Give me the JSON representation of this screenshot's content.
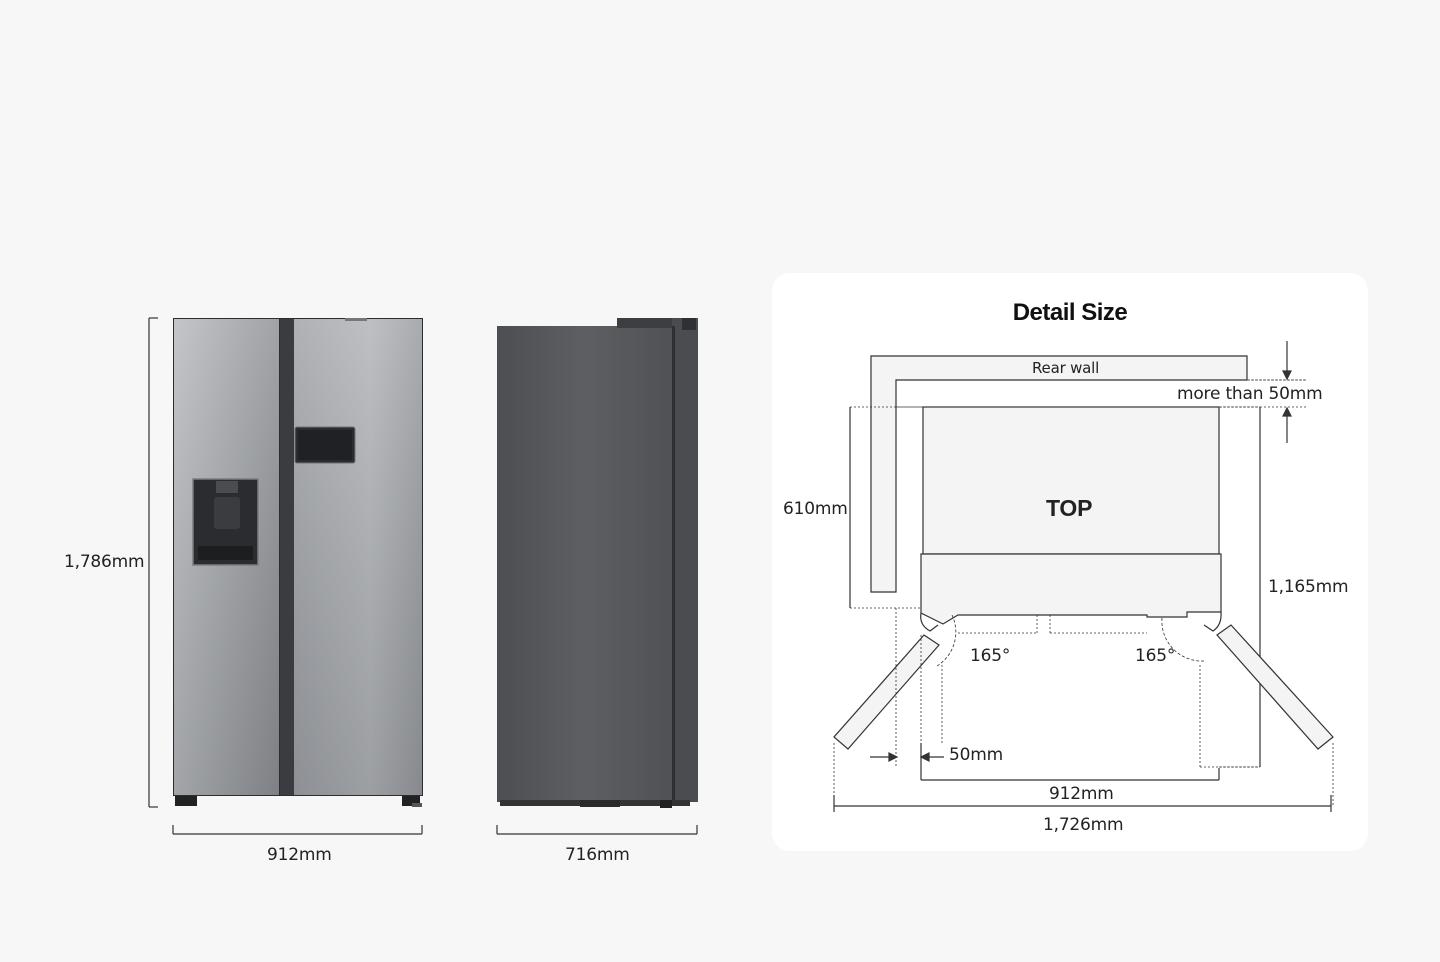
{
  "front_view": {
    "height_label": "1,786mm",
    "width_label": "912mm"
  },
  "side_view": {
    "depth_label": "716mm"
  },
  "detail": {
    "title": "Detail Size",
    "rear_wall_label": "Rear wall",
    "clearance_label": "more than 50mm",
    "top_label": "TOP",
    "depth_label": "610mm",
    "open_depth_label": "1,165mm",
    "left_angle_label": "165°",
    "right_angle_label": "165°",
    "side_gap_label": "50mm",
    "width_label": "912mm",
    "open_width_label": "1,726mm"
  },
  "colors": {
    "background": "#f7f7f7",
    "panel": "#ffffff",
    "fridge_steel": "#9a9da2",
    "fridge_side": "#55575b",
    "line": "#333333"
  }
}
